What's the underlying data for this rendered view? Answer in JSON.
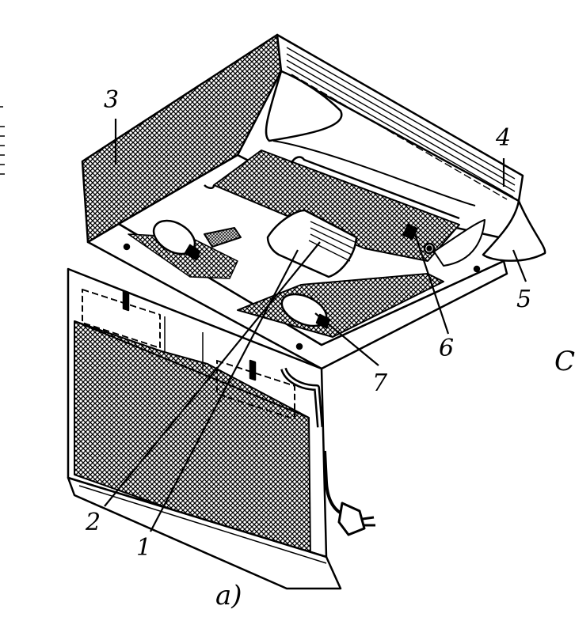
{
  "callouts": [
    {
      "id": "1",
      "text": "1"
    },
    {
      "id": "2",
      "text": "2"
    },
    {
      "id": "3",
      "text": "3"
    },
    {
      "id": "4",
      "text": "4"
    },
    {
      "id": "5",
      "text": "5"
    },
    {
      "id": "6",
      "text": "6"
    },
    {
      "id": "7",
      "text": "7"
    }
  ],
  "caption": "a)",
  "edge_text": "C",
  "colors": {
    "ink": "#000000",
    "paper": "#ffffff"
  }
}
